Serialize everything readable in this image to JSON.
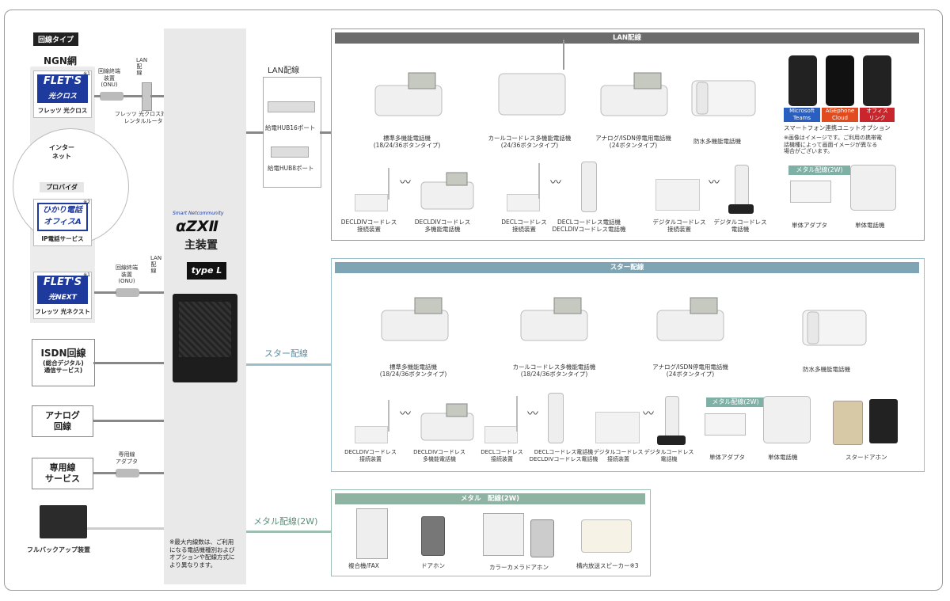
{
  "left": {
    "line_type_tag": "回線タイプ",
    "ngn_title": "NGN網",
    "flets_cross": {
      "logo_top": "FLET'S",
      "logo_bottom": "光クロス",
      "sub": "フレッツ 光クロス",
      "note": "※1"
    },
    "onu1": "回線終端\n装置\n(ONU)",
    "lan_vertical": "LAN配線",
    "router": "フレッツ 光クロス対応\nレンタルルータ",
    "internet": "インター\nネット",
    "provider": "プロバイダ",
    "hikari": {
      "logo_top": "ひかり電話",
      "logo_bottom": "オフィスA",
      "sub": "IP電話サービス",
      "note": "※2"
    },
    "flets_next": {
      "logo_top": "FLET'S",
      "logo_bottom": "光NEXT",
      "sub": "フレッツ 光ネクスト",
      "note": "※1"
    },
    "onu2": "回線終端\n装置\n(ONU)",
    "lan_vertical2": "LAN配線",
    "isdn": {
      "title": "ISDN回線",
      "sub": "(総合デジタル)\n通信サービス)"
    },
    "analog": "アナログ\n回線",
    "senyou": "専用線\nサービス",
    "senyou_adapter": "専用線\nアダプタ",
    "backup": "フルバックアップ装置"
  },
  "center": {
    "brand_small": "Smart Netcommunity",
    "brand_logo": "αZXⅡ",
    "main_unit": "主装置",
    "type_badge": "type L",
    "footnote": "※最大内線数は、ご利用\nになる電話機種別および\nオプションや配線方式に\nより異なります。"
  },
  "connectors": {
    "lan": "LAN配線",
    "star": "スター配線",
    "metal": "メタル配線(2W)",
    "hub16": "給電HUB16ポート",
    "hub8": "給電HUB8ポート"
  },
  "lan_panel": {
    "header": "LAN配線",
    "row1": [
      "標準多機能電話機\n(18/24/36ボタンタイプ)",
      "カールコードレス多機能電話機\n(24/36ボタンタイプ)",
      "アナログ/ISDN停電用電話機\n(24ボタンタイプ)",
      "防水多機能電話機"
    ],
    "smartphone": {
      "apps": [
        "Microsoft\nTeams",
        "AGEphone\nCloud",
        "オフィス\nリンク"
      ],
      "caption": "スマートフォン連携ユニットオプション",
      "note": "※画像はイメージです。ご利用の携帯電\n話機種によって画面イメージが異なる\n場合がございます。"
    },
    "row2": [
      "DECLDIVコードレス\n接続装置",
      "DECLDIVコードレス\n多機能電話機",
      "DECLコードレス\n接続装置",
      "DECLコードレス電話機\nDECLDIVコードレス電話機",
      "デジタルコードレス\n接続装置",
      "デジタルコードレス\n電話機"
    ],
    "metal_tag": "メタル配線(2W)",
    "adapter": "単体アダプタ",
    "single_phone": "単体電話機"
  },
  "star_panel": {
    "header": "スター配線",
    "row1": [
      "標準多機能電話機\n(18/24/36ボタンタイプ)",
      "カールコードレス多機能電話機\n(18/24/36ボタンタイプ)",
      "アナログ/ISDN停電用電話機\n(24ボタンタイプ)",
      "防水多機能電話機"
    ],
    "row2": [
      "DECLDIVコードレス\n接続装置",
      "DECLDIVコードレス\n多機能電話機",
      "DECLコードレス\n接続装置",
      "DECLコードレス電話機\nDECLDIVコードレス電話機",
      "デジタルコードレス\n接続装置",
      "デジタルコードレス\n電話機"
    ],
    "metal_tag": "メタル配線(2W)",
    "adapter": "単体アダプタ",
    "single_phone": "単体電話機",
    "doorphone": "スタードアホン"
  },
  "metal_panel": {
    "header": "メタル　配線(2W)",
    "items": [
      "複合機/FAX",
      "ドアホン",
      "カラーカメラドアホン",
      "構内放送スピーカー※3"
    ]
  },
  "colors": {
    "lan_header": "#6b6b6b",
    "star_header": "#7fa5b5",
    "star_border": "#9cbfcc",
    "metal_header": "#8fb3a3",
    "accent_blue": "#1e3a9c"
  }
}
